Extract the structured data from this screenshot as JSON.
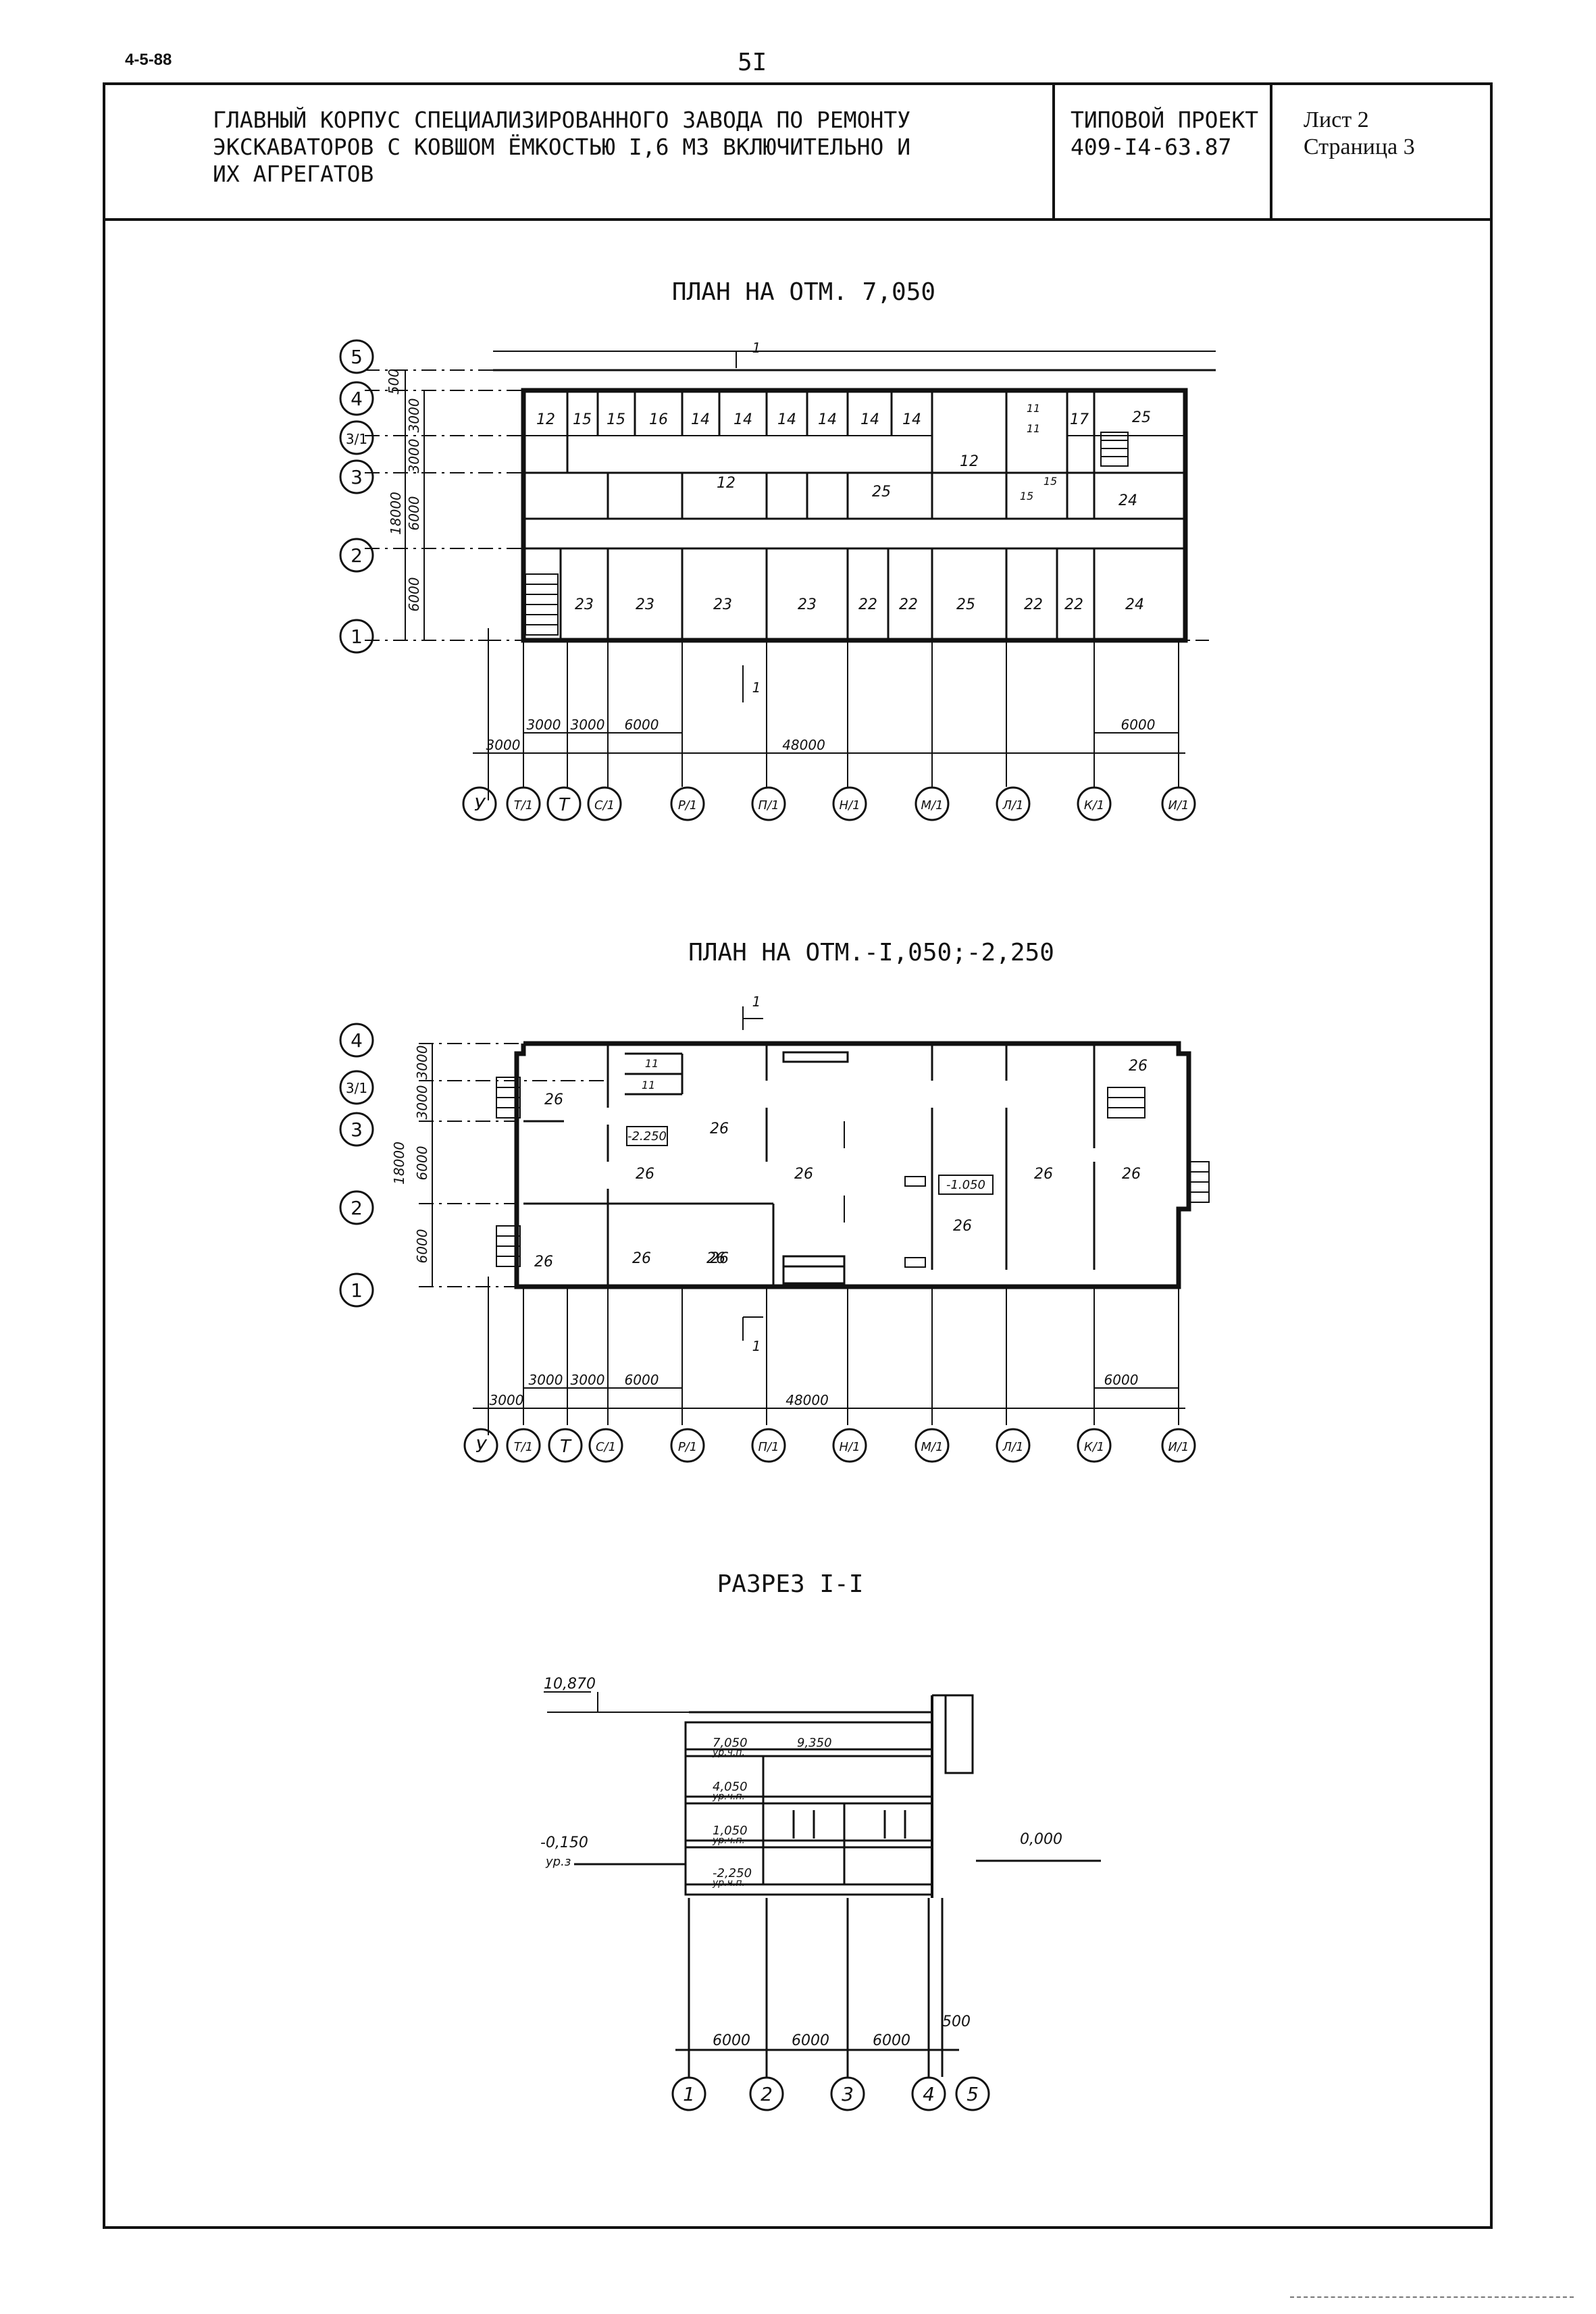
{
  "corner_code": "4-5-88",
  "page_number": "5I",
  "header": {
    "title_lines": [
      "ГЛАВНЫЙ КОРПУС СПЕЦИАЛИЗИРОВАННОГО ЗАВОДА ПО РЕМОНТУ",
      "ЭКСКАВАТОРОВ С КОВШОМ ЁМКОСТЬЮ I,6 М3 ВКЛЮЧИТЕЛЬНО И",
      "ИХ АГРЕГАТОВ"
    ],
    "project_lines": [
      "ТИПОВОЙ ПРОЕКТ",
      "409-I4-63.87"
    ],
    "sheet_lines": [
      "Лист 2",
      "Страница 3"
    ]
  },
  "plan1": {
    "title": "ПЛАН НА ОТМ. 7,050",
    "row_axes": [
      "5",
      "4",
      "3/1",
      "3",
      "2",
      "1"
    ],
    "left_dims": [
      "500",
      "3000",
      "3000",
      "6000",
      "6000"
    ],
    "overall_dim": "18000",
    "bottom_dims": [
      "3000",
      "3000",
      "6000"
    ],
    "left_margin_dim": "3000",
    "right_dim": "6000",
    "total_dim": "48000",
    "col_axes": [
      "У",
      "Т/1",
      "Т",
      "С/1",
      "Р/1",
      "П/1",
      "Н/1",
      "М/1",
      "Л/1",
      "К/1",
      "И/1"
    ],
    "rooms_top": [
      "12",
      "15",
      "15",
      "16",
      "14",
      "14",
      "14",
      "14",
      "14",
      "14",
      "12",
      "11",
      "11",
      "17",
      "25"
    ],
    "rooms_mid": [
      "12",
      "25",
      "15",
      "15",
      "24"
    ],
    "rooms_bottom": [
      "23",
      "23",
      "23",
      "23",
      "22",
      "22",
      "25",
      "22",
      "22",
      "24"
    ],
    "section_mark": "1"
  },
  "plan2": {
    "title": "ПЛАН НА ОТМ.-I,050;-2,250",
    "row_axes": [
      "4",
      "3/1",
      "3",
      "2",
      "1"
    ],
    "left_dims": [
      "3000",
      "3000",
      "6000",
      "6000"
    ],
    "overall_dim": "18000",
    "bottom_dims": [
      "3000",
      "3000",
      "6000"
    ],
    "left_margin_dim": "3000",
    "right_dim": "6000",
    "total_dim": "48000",
    "col_axes": [
      "У",
      "Т/1",
      "Т",
      "С/1",
      "Р/1",
      "П/1",
      "Н/1",
      "М/1",
      "Л/1",
      "К/1",
      "И/1"
    ],
    "rooms": [
      "26",
      "26",
      "26",
      "26",
      "26",
      "26",
      "26",
      "26",
      "26",
      "26",
      "26",
      "26",
      "11",
      "11"
    ],
    "level_marks": [
      "-2.250",
      "-1.050"
    ],
    "section_mark": "1"
  },
  "section": {
    "title": "РАЗРЕЗ I-I",
    "top_level": "10,870",
    "left_level": "-0,150",
    "left_level_sub": "ур.з",
    "right_level": "0,000",
    "floor_levels": [
      "7,050",
      "4,050",
      "1,050",
      "-2,250"
    ],
    "floor_sub": "ур.ч.п.",
    "interior_level": "9,350",
    "bottom_dims": [
      "6000",
      "6000",
      "6000",
      "500"
    ],
    "axes": [
      "1",
      "2",
      "3",
      "4",
      "5"
    ]
  }
}
